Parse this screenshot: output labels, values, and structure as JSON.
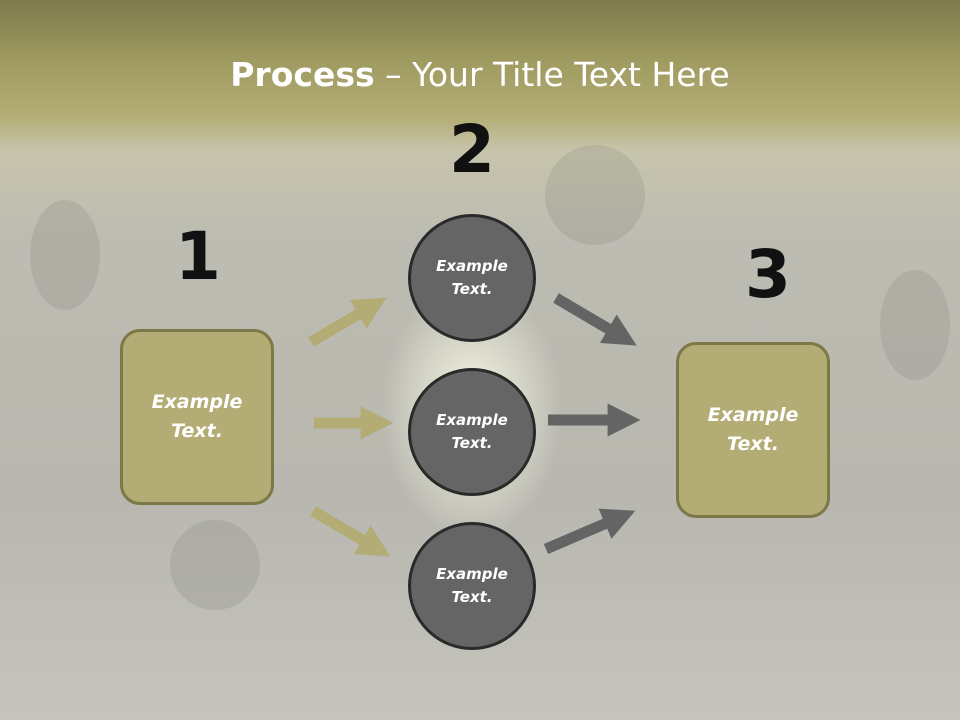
{
  "title": {
    "bold": "Process",
    "rest": " – Your Title Text Here"
  },
  "steps": {
    "one": "1",
    "two": "2",
    "three": "3"
  },
  "left_box": {
    "text": "Example Text."
  },
  "circles": [
    {
      "text": "Example Text."
    },
    {
      "text": "Example Text."
    },
    {
      "text": "Example Text."
    }
  ],
  "right_box": {
    "text": "Example Text."
  },
  "colors": {
    "box_fill": "#b3ac75",
    "box_border": "#7d7847",
    "circle_fill": "#656565",
    "circle_border": "#2a2a2a",
    "arrow_olive": "#b3ac75",
    "arrow_gray": "#646464",
    "title_band": "#9f9a60"
  }
}
